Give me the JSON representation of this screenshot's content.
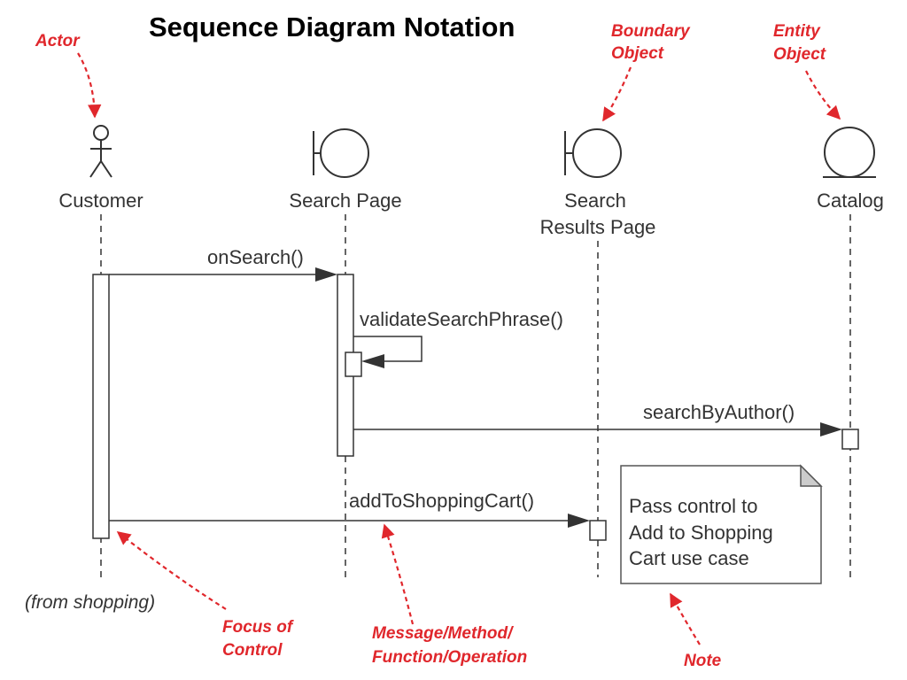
{
  "title": "Sequence Diagram Notation",
  "colors": {
    "annotation": "#e0272c",
    "line": "#333333",
    "note_fold": "#cccccc"
  },
  "lifelines": [
    {
      "id": "customer",
      "label_lines": [
        "Customer"
      ],
      "icon": "actor-icon"
    },
    {
      "id": "search-page",
      "label_lines": [
        "Search Page"
      ],
      "icon": "boundary-object-icon"
    },
    {
      "id": "search-results-page",
      "label_lines": [
        "Search",
        "Results Page"
      ],
      "icon": "boundary-object-icon"
    },
    {
      "id": "catalog",
      "label_lines": [
        "Catalog"
      ],
      "icon": "entity-object-icon"
    }
  ],
  "messages": [
    {
      "label": "onSearch()"
    },
    {
      "label": "validateSearchPhrase()"
    },
    {
      "label": "searchByAuthor()"
    },
    {
      "label": "addToShoppingCart()"
    }
  ],
  "note": {
    "lines": [
      "Pass control to",
      "Add to Shopping",
      "Cart use case"
    ]
  },
  "from_label": "(from shopping)",
  "annotations": [
    {
      "id": "actor",
      "lines": [
        "Actor"
      ]
    },
    {
      "id": "boundary",
      "lines": [
        "Boundary",
        "Object"
      ]
    },
    {
      "id": "entity",
      "lines": [
        "Entity",
        "Object"
      ]
    },
    {
      "id": "focus",
      "lines": [
        "Focus of",
        "Control"
      ]
    },
    {
      "id": "message",
      "lines": [
        "Message/Method/",
        "Function/Operation"
      ]
    },
    {
      "id": "note",
      "lines": [
        "Note"
      ]
    }
  ]
}
